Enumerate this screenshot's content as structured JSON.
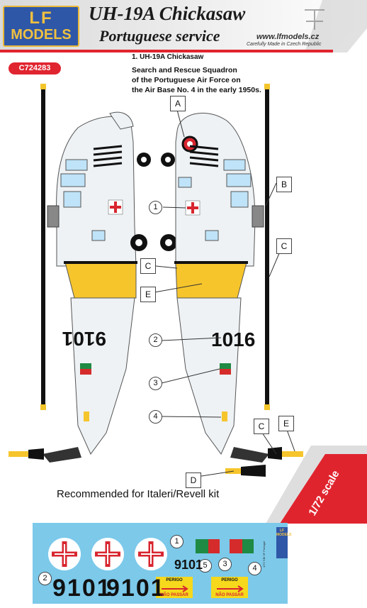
{
  "header": {
    "logo_top": "LF",
    "logo_bottom": "MODELS",
    "title": "UH-19A Chickasaw",
    "subtitle": "Portuguese service",
    "website": "www.lfmodels.cz",
    "tagline": "Carefully Made in Czech Republic"
  },
  "product_code": "C724283",
  "variant": {
    "title": "1. UH-19A Chickasaw",
    "description": [
      "Search and Rescue Squadron",
      "of the Portuguese Air Force on",
      "the Air Base No. 4 in the early 1950s."
    ]
  },
  "callouts": {
    "A": "A",
    "B": "B",
    "C": "C",
    "D": "D",
    "E": "E",
    "n1": "1",
    "n2": "2",
    "n3": "3",
    "n4": "4",
    "n5": "5"
  },
  "serial": "1016",
  "serial_mirror": "9101",
  "kit_note": "Recommended for Italeri/Revell kit",
  "scale": "1/72 scale",
  "decal_sheet": {
    "serial_small": "9101",
    "serial_large_1": "9101",
    "serial_large_2": "9101",
    "warning_top": "PERIGO",
    "warning_bottom": "NÃO PASSAR",
    "mini_logo": "LF MODELS",
    "side_text": "1/72 SBI 9F Portugal"
  },
  "colors": {
    "fuselage": "#eef2f5",
    "yellow_band": "#f6c52c",
    "cross_red": "#d8262f",
    "flag_green": "#1f8a43",
    "flag_red": "#d52b2b",
    "sheet_blue": "#7cc9ea",
    "code_badge": "#e02530",
    "logo_blue": "#2f57a7"
  }
}
